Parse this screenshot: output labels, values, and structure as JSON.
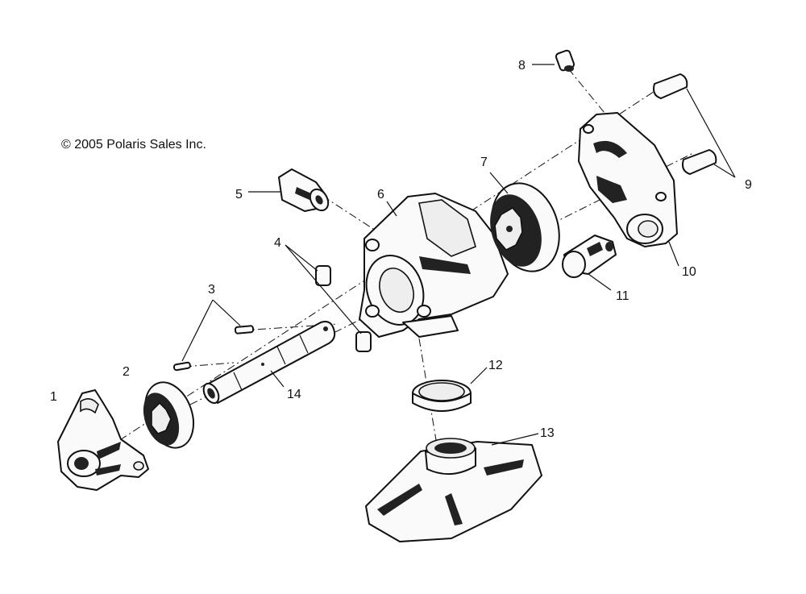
{
  "copyright": "© 2005 Polaris Sales Inc.",
  "callouts": [
    "1",
    "2",
    "3",
    "4",
    "5",
    "6",
    "7",
    "8",
    "9",
    "10",
    "11",
    "12",
    "13",
    "14"
  ],
  "parts": [
    {
      "id": "1",
      "label": "1"
    },
    {
      "id": "2",
      "label": "2"
    },
    {
      "id": "3",
      "label": "3"
    },
    {
      "id": "4",
      "label": "4"
    },
    {
      "id": "5",
      "label": "5"
    },
    {
      "id": "6",
      "label": "6"
    },
    {
      "id": "7",
      "label": "7"
    },
    {
      "id": "8",
      "label": "8"
    },
    {
      "id": "9",
      "label": "9"
    },
    {
      "id": "10",
      "label": "10"
    },
    {
      "id": "11",
      "label": "11"
    },
    {
      "id": "12",
      "label": "12"
    },
    {
      "id": "13",
      "label": "13"
    },
    {
      "id": "14",
      "label": "14"
    }
  ]
}
